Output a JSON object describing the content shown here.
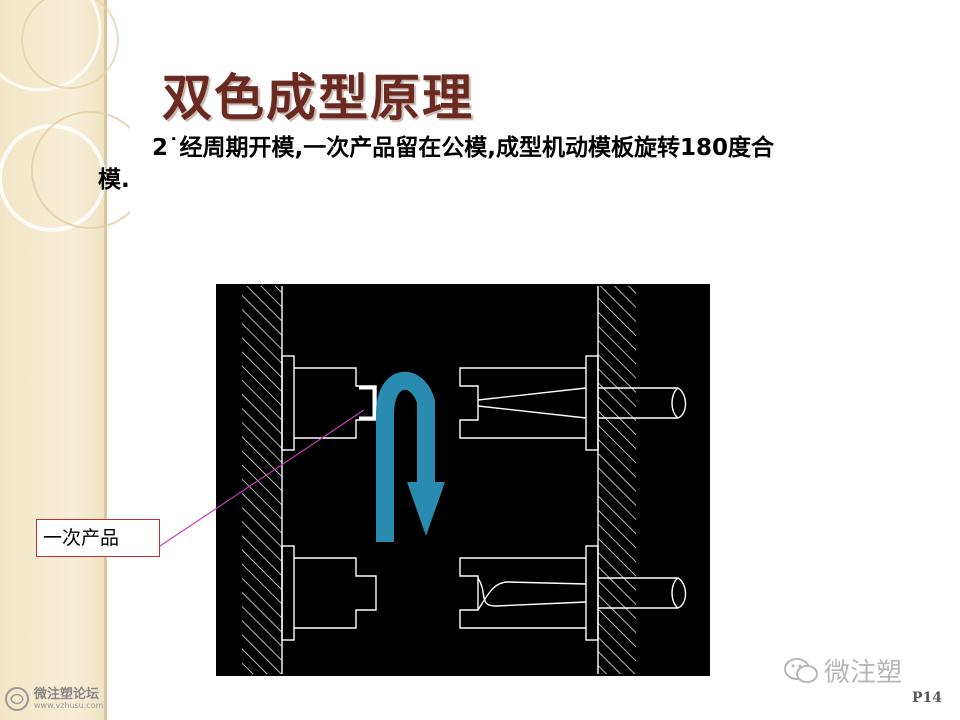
{
  "slide": {
    "title": "双色成型原理",
    "body_line_1": "2˙经周期开模,一次产品留在公模,成型机动模板旋转180度合",
    "body_line_2": "模."
  },
  "diagram": {
    "callout_label": "一次产品",
    "rotation_arrow_color": "#2a8bb0",
    "callout_border_color": "#c0302c",
    "leader_color": "#c040c0"
  },
  "footer": {
    "wechat_text": "微注塑",
    "page_number": "P14",
    "forum_name": "微注塑论坛",
    "forum_url": "www.vzhusu.com"
  }
}
